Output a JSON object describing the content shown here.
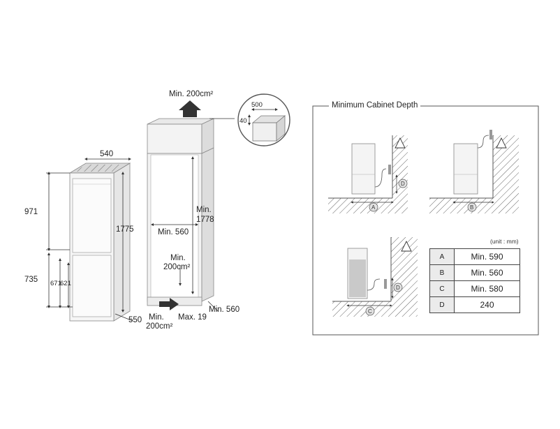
{
  "fridge": {
    "width": "540",
    "height_total": "1775",
    "height_upper": "971",
    "height_lower": "735",
    "lower_a": "671",
    "lower_b": "621",
    "depth": "550"
  },
  "niche": {
    "top_vent": "Min. 200cm²",
    "niche_height_line1": "Min.",
    "niche_height_line2": "1778",
    "niche_width": "Min. 560",
    "inner_vent_line1": "Min.",
    "inner_vent_line2": "200cm²",
    "bottom_vent_line1": "Min.",
    "bottom_vent_line2": "200cm²",
    "plinth": "Max. 19",
    "niche_depth": "Min. 560"
  },
  "vent_detail": {
    "width": "500",
    "depth": "40"
  },
  "cabinet_depth_panel": {
    "title": "Minimum Cabinet Depth",
    "unit": "(unit : mm)",
    "scenario_labels": [
      "A",
      "B",
      "C",
      "D"
    ],
    "rows": [
      {
        "key": "A",
        "value": "Min. 590"
      },
      {
        "key": "B",
        "value": "Min. 560"
      },
      {
        "key": "C",
        "value": "Min. 580"
      },
      {
        "key": "D",
        "value": "240"
      }
    ]
  }
}
